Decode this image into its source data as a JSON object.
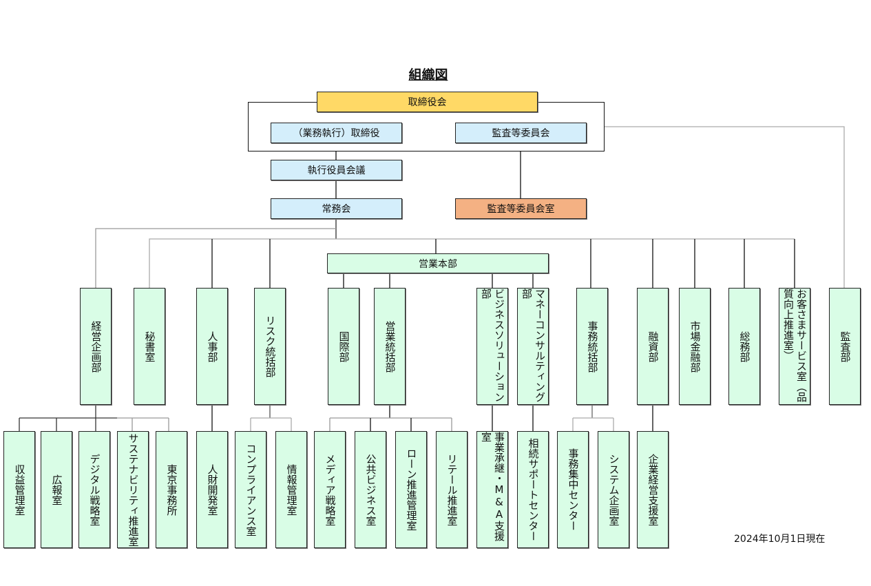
{
  "title": "組織図",
  "as_of": "2024年10月1日現在",
  "governance": {
    "board": "取締役会",
    "executive_directors": "（業務執行）取締役",
    "audit_committee": "監査等委員会",
    "executive_officers_meeting": "執行役員会議",
    "managing_committee": "常務会",
    "audit_committee_office": "監査等委員会室"
  },
  "sales_hq": "営業本部",
  "departments": [
    {
      "name": "経営企画部",
      "children": [
        "収益管理室",
        "広報室",
        "デジタル戦略室",
        "サステナビリティ推進室",
        "東京事務所"
      ]
    },
    {
      "name": "秘書室",
      "children": []
    },
    {
      "name": "人事部",
      "children": [
        "人財開発室"
      ]
    },
    {
      "name": "リスク統括部",
      "children": [
        "コンプライアンス室",
        "情報管理室"
      ]
    },
    {
      "name": "国際部",
      "children": []
    },
    {
      "name": "営業統括部",
      "children": [
        "メディア戦略室",
        "公共ビジネス室",
        "ローン推進管理室",
        "リテール推進室"
      ]
    },
    {
      "name": "ビジネスソリューション部",
      "children": [
        "事業承継・M&A支援室"
      ]
    },
    {
      "name": "マネーコンサルティング部",
      "children": [
        "相続サポートセンター"
      ]
    },
    {
      "name": "事務統括部",
      "children": [
        "事務集中センター",
        "システム企画室"
      ]
    },
    {
      "name": "融資部",
      "children": [
        "企業経営支援室"
      ]
    },
    {
      "name": "市場金融部",
      "children": []
    },
    {
      "name": "総務部",
      "children": []
    },
    {
      "name": "お客さまサービス室（品質向上推進室）",
      "children": []
    },
    {
      "name": "監査部",
      "children": []
    }
  ]
}
